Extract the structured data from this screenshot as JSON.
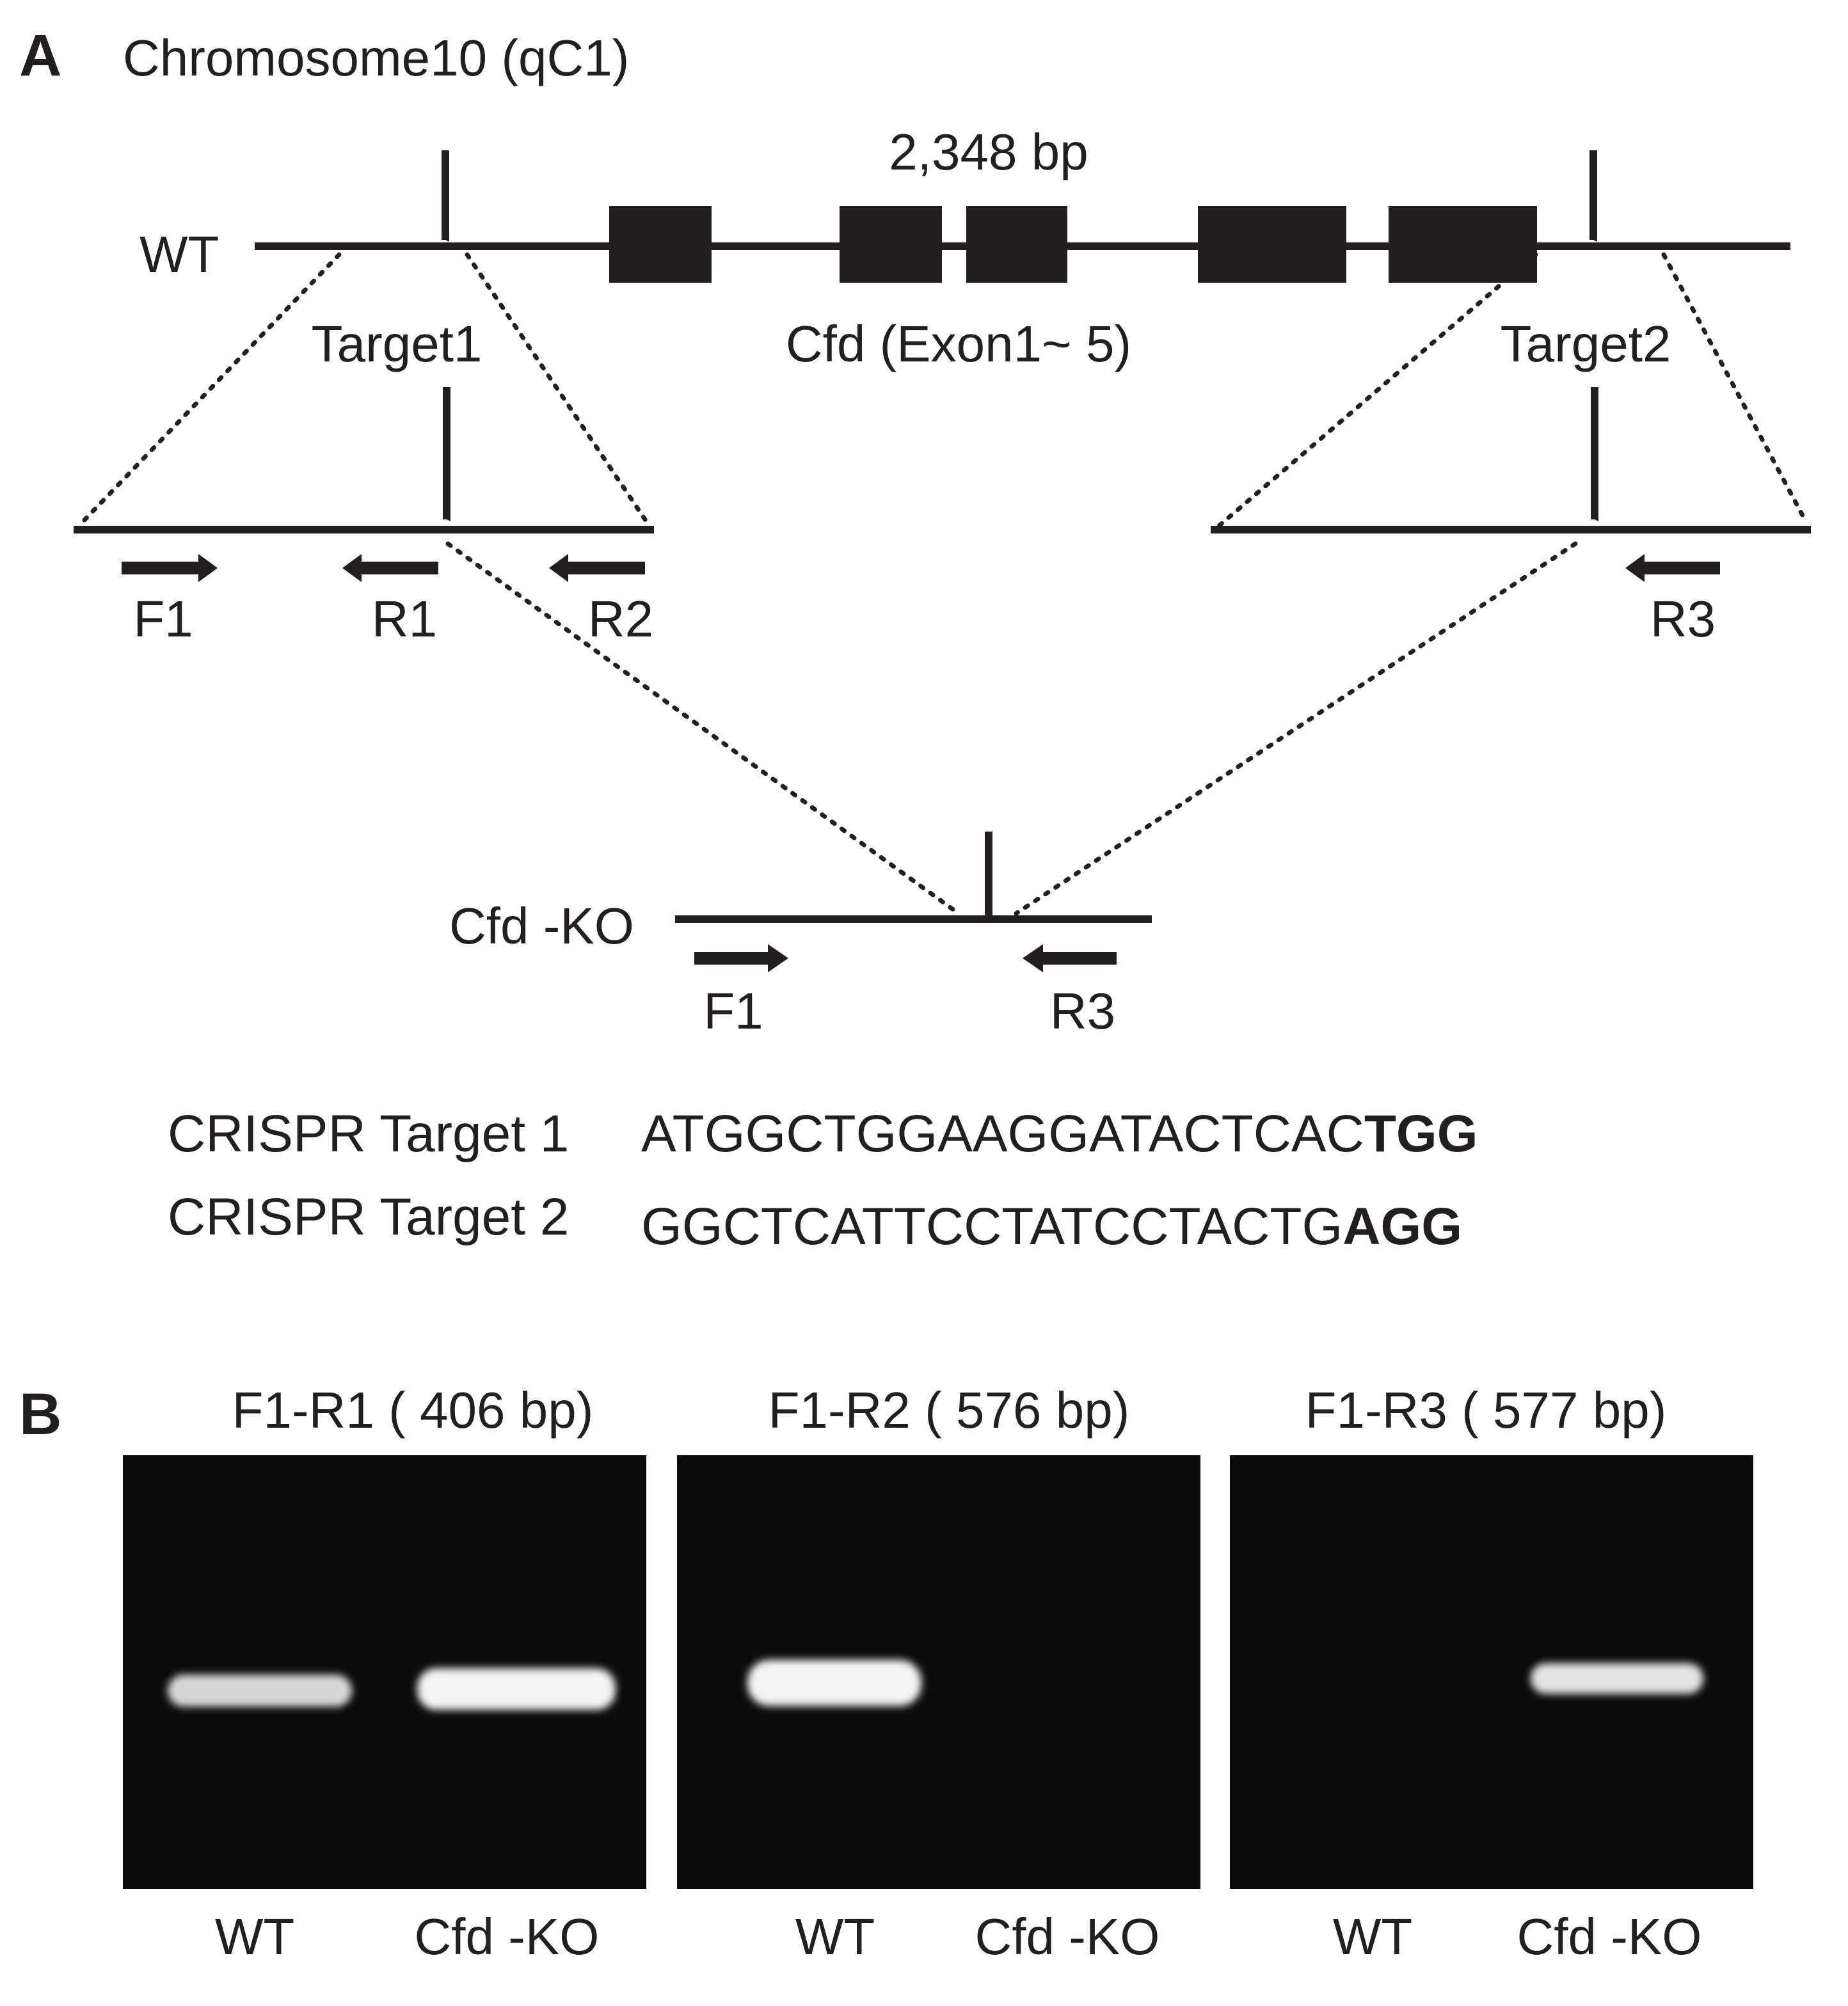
{
  "panel_a": {
    "letter": "A",
    "chromosome": "Chromosome10 (qC1)",
    "length": "2,348 bp",
    "wt_label": "WT",
    "gene_label": "Cfd (Exon1~ 5)",
    "target1": "Target1",
    "target2": "Target2",
    "ko_label": "Cfd -KO",
    "primers": {
      "f1": "F1",
      "r1": "R1",
      "r2": "R2",
      "r3": "R3",
      "ko_f1": "F1",
      "ko_r3": "R3"
    },
    "sequences": [
      {
        "label": "CRISPR Target 1",
        "seq": "ATGGCTGGAAGGATACTCAC",
        "pam": "TGG"
      },
      {
        "label": "CRISPR Target 2",
        "seq": "GGCTCATTCCTATCCTACTG",
        "pam": "AGG"
      }
    ]
  },
  "panel_b": {
    "letter": "B",
    "gels": [
      {
        "title": "F1-R1 ( 406  bp)",
        "lane_labels": [
          "WT",
          "Cfd -KO"
        ],
        "bands": [
          0.75,
          1.0
        ]
      },
      {
        "title": "F1-R2 ( 576 bp)",
        "lane_labels": [
          "WT",
          "Cfd -KO"
        ],
        "bands": [
          1.0,
          0
        ]
      },
      {
        "title": "F1-R3 ( 577 bp)",
        "lane_labels": [
          "WT",
          "Cfd -KO"
        ],
        "bands": [
          0,
          0.85
        ]
      }
    ]
  },
  "colors": {
    "ink": "#231f20",
    "gel": "#0b0b0b",
    "band": "#f4f4f4"
  }
}
